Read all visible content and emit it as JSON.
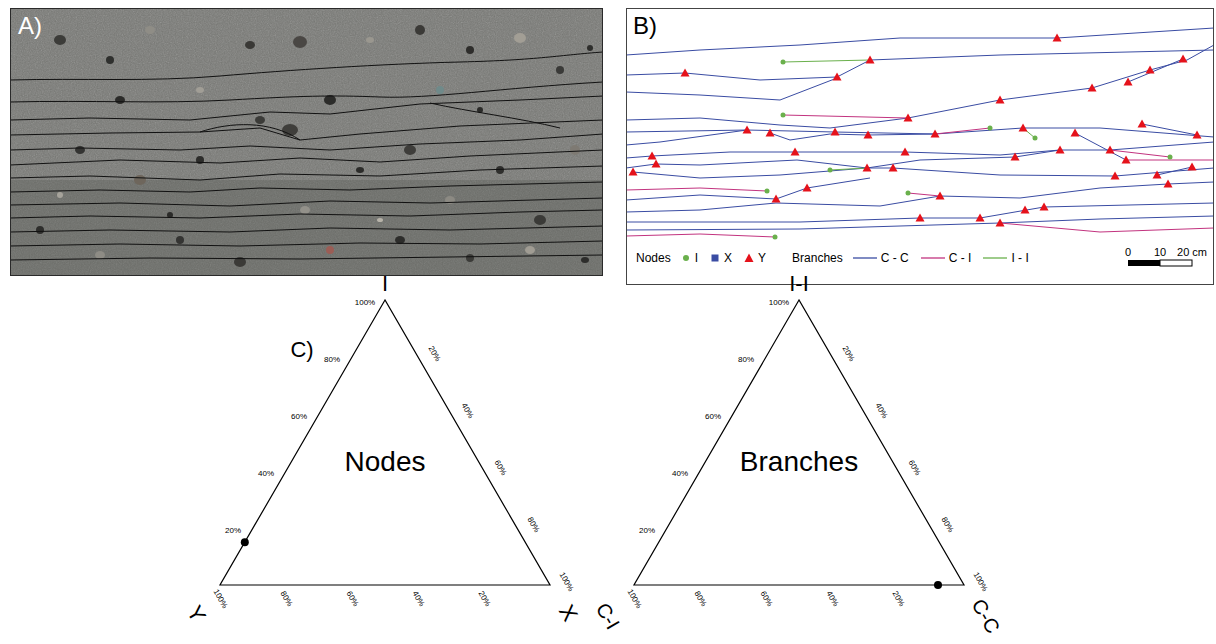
{
  "diagram": {
    "nodes": [
      {
        "text": [
          "A)"
        ]
      },
      {
        "text": [
          "B)"
        ]
      },
      {
        "text": [
          "Nodes"
        ]
      },
      {
        "text": [
          "Branches"
        ]
      }
    ],
    "labels": [
      "C)",
      "I",
      "Y",
      "X",
      "100%",
      "80%",
      "60%",
      "40%",
      "20%",
      "20%",
      "40%",
      "60%",
      "80%",
      "100%",
      "100%",
      "80%",
      "60%",
      "40%",
      "20%",
      "I-I",
      "C-I",
      "C-C",
      "100%",
      "80%",
      "60%",
      "40%",
      "20%",
      "20%",
      "40%",
      "60%",
      "80%",
      "100%",
      "100%",
      "80%",
      "60%",
      "40%",
      "20%",
      "Nodes",
      "Branches",
      "0",
      "10",
      "20 cm"
    ],
    "legend": [
      {
        "text": "I"
      },
      {
        "text": "X"
      },
      {
        "text": "Y"
      },
      {
        "text": "C - C"
      },
      {
        "text": "C - I"
      },
      {
        "text": "I - I"
      }
    ]
  }
}
